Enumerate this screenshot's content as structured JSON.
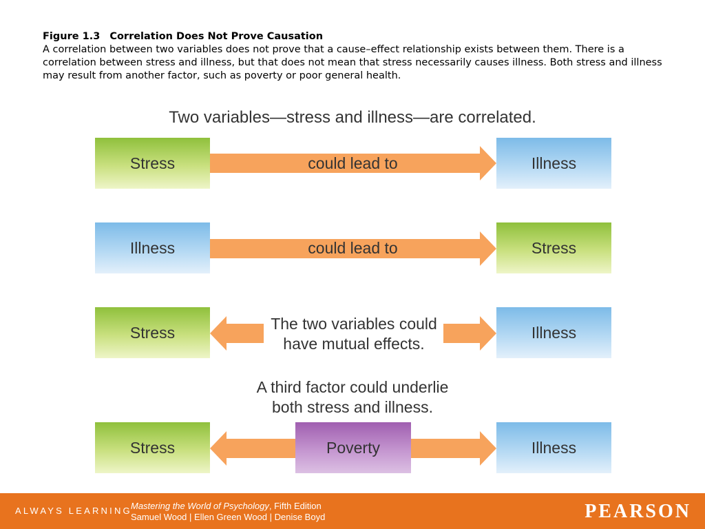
{
  "caption": {
    "number": "Figure 1.3",
    "title": "Correlation Does Not Prove Causation",
    "body": "A correlation between two variables does not prove that a cause–effect relationship exists between them. There is a correlation between stress and illness, but that does not mean that stress necessarily causes illness. Both stress and illness may result from another factor, such as poverty or poor general health."
  },
  "diagram": {
    "heading": "Two variables—stress and illness—are correlated.",
    "rows": [
      {
        "left": "Stress",
        "right": "Illness",
        "label": "could lead to"
      },
      {
        "left": "Illness",
        "right": "Stress",
        "label": "could lead to"
      },
      {
        "left": "Stress",
        "right": "Illness",
        "label_line1": "The two variables could",
        "label_line2": "have mutual effects."
      },
      {
        "caption_line1": "A third factor could underlie",
        "caption_line2": "both stress and illness.",
        "left": "Stress",
        "middle": "Poverty",
        "right": "Illness"
      }
    ],
    "colors": {
      "green": "#8fc03c",
      "blue": "#7dbbe8",
      "purple": "#a05fb0",
      "arrow": "#f7a35c"
    }
  },
  "footer": {
    "tagline": "ALWAYS LEARNING",
    "book_title": "Mastering the World of Psychology",
    "edition": ", Fifth Edition",
    "authors": "Samuel Wood | Ellen Green Wood | Denise Boyd",
    "brand": "PEARSON",
    "color": "#e8731e"
  }
}
